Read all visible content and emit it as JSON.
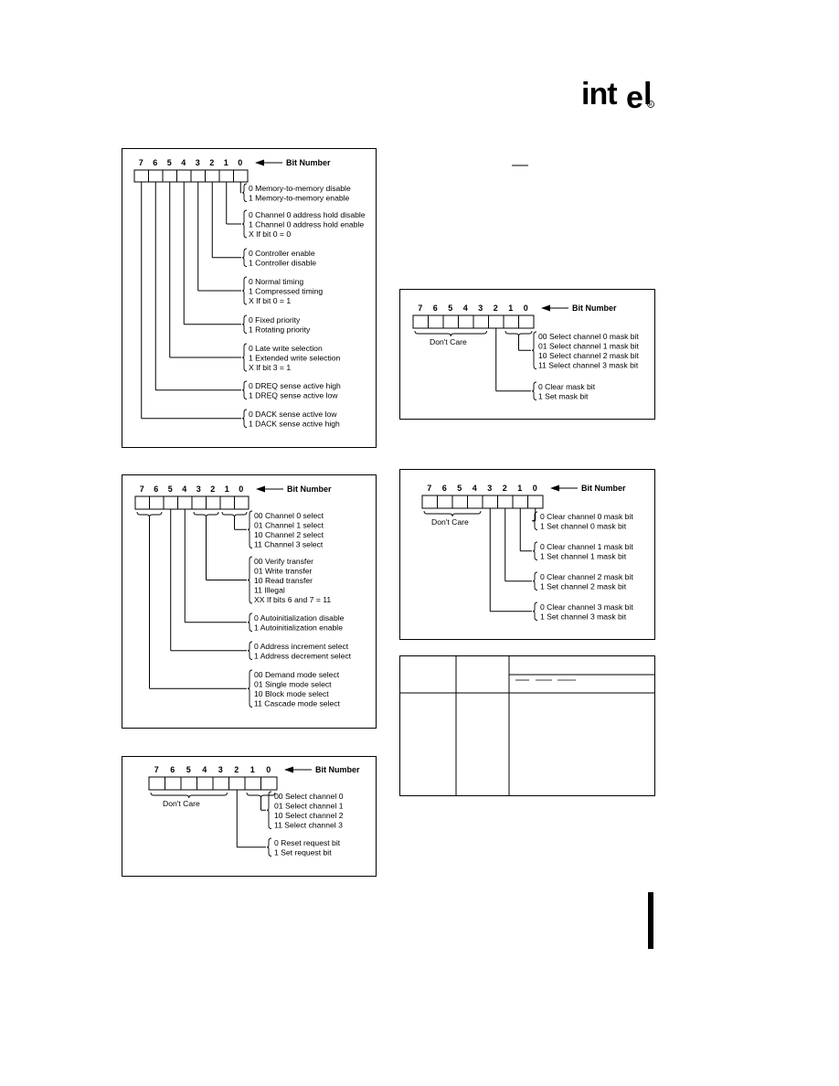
{
  "logo": {
    "text": "intel",
    "mark": "®"
  },
  "common": {
    "bit_number": "Bit Number",
    "dont_care": "Don't Care",
    "bits": [
      "7",
      "6",
      "5",
      "4",
      "3",
      "2",
      "1",
      "0"
    ]
  },
  "mode_register": {
    "groups": [
      [
        "0   Memory-to-memory disable",
        "1   Memory-to-memory enable"
      ],
      [
        "0   Channel 0 address hold disable",
        "1   Channel 0 address hold enable",
        "X   If bit 0 = 0"
      ],
      [
        "0   Controller enable",
        "1   Controller disable"
      ],
      [
        "0   Normal timing",
        "1   Compressed timing",
        "X   If bit 0 = 1"
      ],
      [
        "0   Fixed priority",
        "1   Rotating priority"
      ],
      [
        "0   Late write selection",
        "1   Extended write selection",
        "X   If bit 3 = 1"
      ],
      [
        "0   DREQ sense active high",
        "1   DREQ sense active low"
      ],
      [
        "0   DACK sense active low",
        "1   DACK sense active high"
      ]
    ]
  },
  "mode_select": {
    "groups": [
      [
        "00  Channel 0 select",
        "01  Channel 1 select",
        "10  Channel 2 select",
        "11  Channel 3 select"
      ],
      [
        "00  Verify transfer",
        "01  Write transfer",
        "10  Read transfer",
        "11  Illegal",
        "XX  If bits 6 and 7 = 11"
      ],
      [
        "0   Autoinitialization disable",
        "1   Autoinitialization enable"
      ],
      [
        "0   Address increment select",
        "1   Address decrement select"
      ],
      [
        "00  Demand mode select",
        "01  Single mode select",
        "10  Block mode select",
        "11  Cascade mode select"
      ]
    ]
  },
  "request_register": {
    "groups": [
      [
        "00  Select channel 0",
        "01  Select channel 1",
        "10  Select channel 2",
        "11  Select channel 3"
      ],
      [
        "0   Reset request bit",
        "1   Set request bit"
      ]
    ]
  },
  "single_mask": {
    "groups": [
      [
        "00  Select channel 0 mask bit",
        "01  Select channel 1 mask bit",
        "10  Select channel 2 mask bit",
        "11  Select channel 3 mask bit"
      ],
      [
        "0   Clear mask bit",
        "1   Set mask bit"
      ]
    ]
  },
  "all_mask": {
    "groups": [
      [
        "0   Clear channel 0 mask bit",
        "1   Set channel 0 mask bit"
      ],
      [
        "0   Clear channel 1 mask bit",
        "1   Set channel 1 mask bit"
      ],
      [
        "0   Clear channel 2 mask bit",
        "1   Set channel 2 mask bit"
      ],
      [
        "0   Clear channel 3 mask bit",
        "1   Set channel 3 mask bit"
      ]
    ]
  }
}
